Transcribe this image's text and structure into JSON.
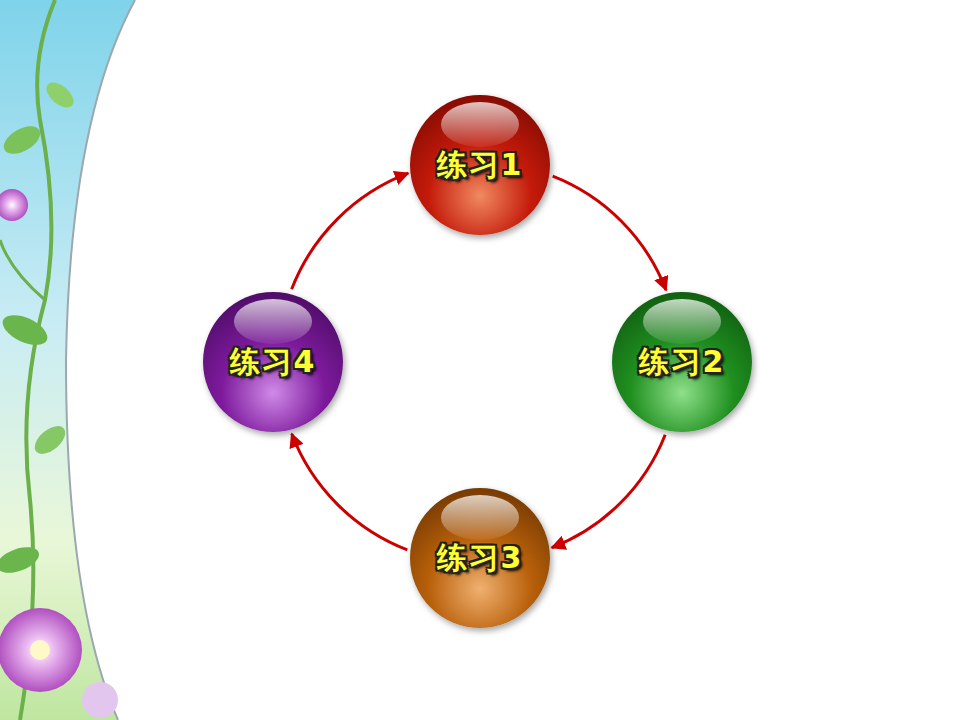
{
  "diagram": {
    "nodes": [
      {
        "text": [
          "练习1"
        ]
      },
      {
        "text": [
          "练习2"
        ]
      },
      {
        "text": [
          "练习3"
        ]
      },
      {
        "text": [
          "练习4"
        ]
      }
    ],
    "edges": [
      {
        "from": 0,
        "to": 1,
        "arrow": "to"
      },
      {
        "from": 1,
        "to": 2,
        "arrow": "to"
      },
      {
        "from": 2,
        "to": 3,
        "arrow": "to"
      },
      {
        "from": 3,
        "to": 0,
        "arrow": "to"
      }
    ]
  }
}
